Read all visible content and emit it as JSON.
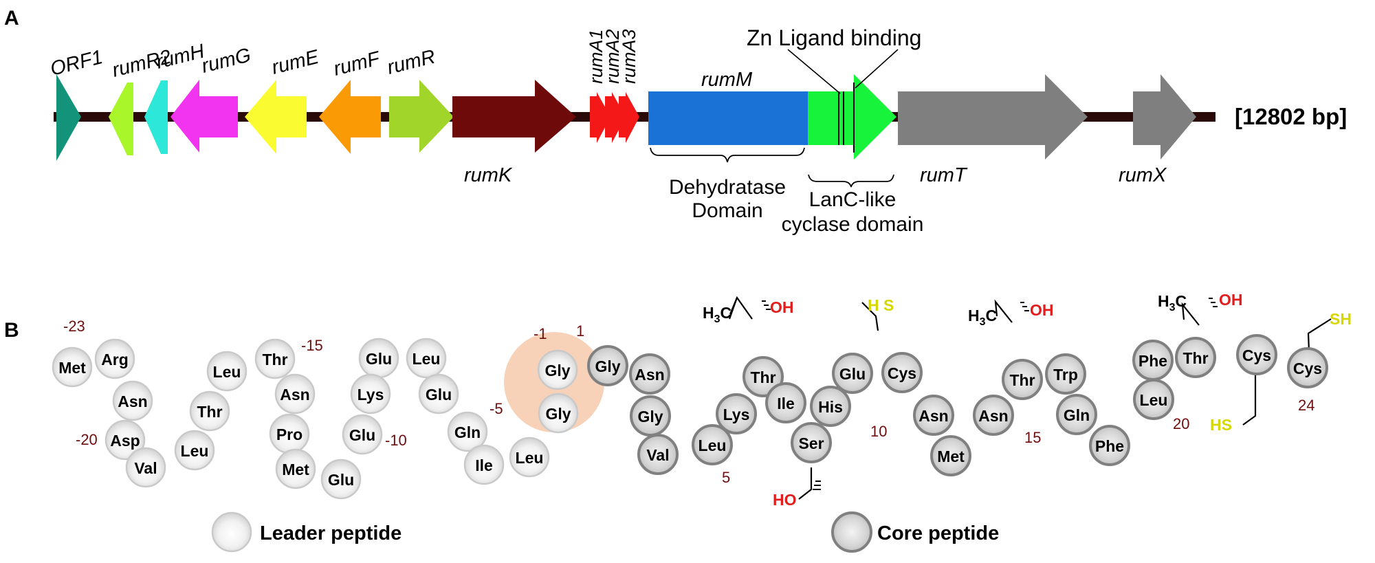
{
  "panel_a": {
    "label": "A",
    "genome_size": "[12802 bp]",
    "genes": [
      {
        "id": "orf1",
        "name": "ORF1",
        "color": "#13937a",
        "direction": "forward"
      },
      {
        "id": "rumR2",
        "name": "rumR2",
        "color": "#a9f72a",
        "direction": "reverse"
      },
      {
        "id": "rumH",
        "name": "rumH",
        "color": "#2de8d8",
        "direction": "reverse"
      },
      {
        "id": "rumG",
        "name": "rumG",
        "color": "#f233f0",
        "direction": "reverse"
      },
      {
        "id": "rumE",
        "name": "rumE",
        "color": "#fbfb31",
        "direction": "reverse"
      },
      {
        "id": "rumF",
        "name": "rumF",
        "color": "#fa9a05",
        "direction": "reverse"
      },
      {
        "id": "rumR",
        "name": "rumR",
        "color": "#a2d52a",
        "direction": "forward"
      },
      {
        "id": "rumK",
        "name": "rumK",
        "color": "#6e0a0a",
        "direction": "forward"
      },
      {
        "id": "rumA1",
        "name": "rumA1",
        "color": "#f51818",
        "direction": "forward"
      },
      {
        "id": "rumA2",
        "name": "rumA2",
        "color": "#f51818",
        "direction": "forward"
      },
      {
        "id": "rumA3",
        "name": "rumA3",
        "color": "#f51818",
        "direction": "forward"
      },
      {
        "id": "rumM",
        "name": "rumM",
        "color": "#1a72d6",
        "direction": "forward"
      },
      {
        "id": "rumT",
        "name": "rumT",
        "color": "#7f7f7f",
        "direction": "forward"
      },
      {
        "id": "rumX",
        "name": "rumX",
        "color": "#7f7f7f",
        "direction": "forward"
      }
    ],
    "domains": {
      "zn_ligand": "Zn Ligand binding",
      "dehydratase_line1": "Dehydratase",
      "dehydratase_line2": "Domain",
      "lanc_line1": "LanC-like",
      "lanc_line2": "cyclase domain"
    }
  },
  "panel_b": {
    "label": "B",
    "legend": {
      "leader": "Leader peptide",
      "core": "Core peptide"
    },
    "leader_residues": [
      "Met",
      "Arg",
      "Asn",
      "Asp",
      "Val",
      "Leu",
      "Thr",
      "Leu",
      "Thr",
      "Asn",
      "Pro",
      "Met",
      "Glu",
      "Glu",
      "Lys",
      "Glu",
      "Leu",
      "Glu",
      "Gln",
      "Ile",
      "Leu",
      "Gly",
      "Gly"
    ],
    "core_residues": [
      "Gly",
      "Asn",
      "Gly",
      "Val",
      "Leu",
      "Lys",
      "Thr",
      "Ile",
      "Ser",
      "His",
      "Glu",
      "Cys",
      "Asn",
      "Met",
      "Asn",
      "Thr",
      "Trp",
      "Gln",
      "Phe",
      "Leu",
      "Phe",
      "Thr",
      "Cys",
      "Cys"
    ],
    "position_labels": [
      "-23",
      "-20",
      "-15",
      "-10",
      "-5",
      "-1",
      "1",
      "5",
      "10",
      "15",
      "20",
      "24"
    ],
    "chem_groups": {
      "h3c": "H",
      "h3c_sub": "3",
      "h3c_c": "C",
      "oh": "OH",
      "ho": "HO",
      "sh": "SH",
      "hs": "HS",
      "hs_spaced": "H S"
    }
  }
}
